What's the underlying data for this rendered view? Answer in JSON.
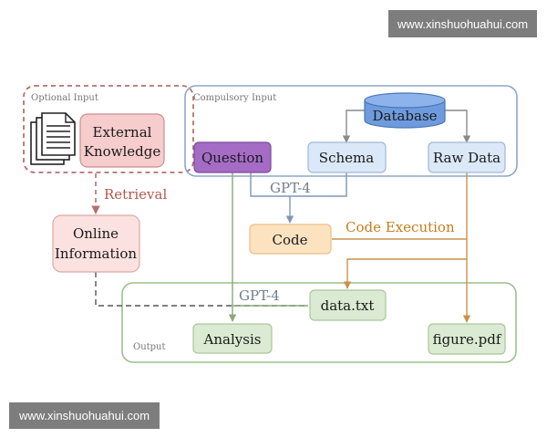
{
  "watermark": {
    "top": "www.xinshuohuahui.com",
    "bottom": "www.xinshuohuahui.com"
  },
  "groups": {
    "optional_input": "Optional Input",
    "compulsory_input": "Compulsory Input",
    "output": "Output"
  },
  "nodes": {
    "external_knowledge_line1": "External",
    "external_knowledge_line2": "Knowledge",
    "online_information_line1": "Online",
    "online_information_line2": "Information",
    "question": "Question",
    "database": "Database",
    "schema": "Schema",
    "raw_data": "Raw Data",
    "code": "Code",
    "data_txt": "data.txt",
    "analysis": "Analysis",
    "figure_pdf": "figure.pdf"
  },
  "edges": {
    "retrieval": "Retrieval",
    "gpt4_code": "GPT-4",
    "code_execution": "Code Execution",
    "gpt4_analysis": "GPT-4"
  },
  "colors": {
    "optional_border": "#b5706d",
    "compulsory_border": "#8fa6c7",
    "output_border": "#9cc08c",
    "external_knowledge_fill": "#f6cccc",
    "online_information_fill": "#fbe1df",
    "question_fill": "#a56cc5",
    "database_fill": "#6e9bdd",
    "schema_fill": "#dbe8f8",
    "code_fill": "#fde2c0",
    "output_box_fill": "#dbead2",
    "retrieval_text": "#b5574f",
    "code_execution_text": "#c67c1c",
    "gpt4_text": "#6f7d8c"
  }
}
